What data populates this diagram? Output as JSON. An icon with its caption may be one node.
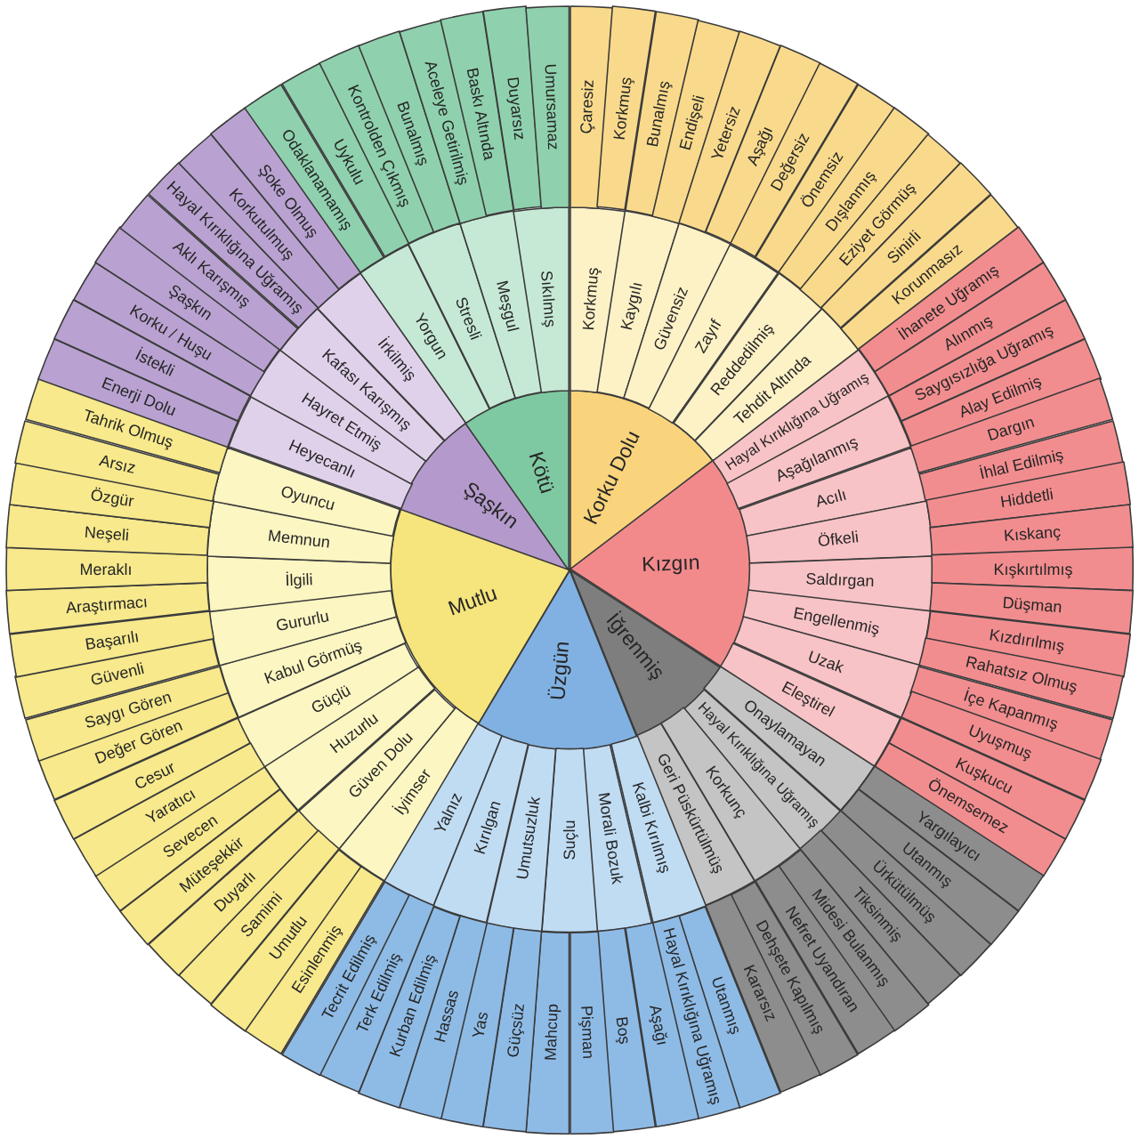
{
  "diagram": {
    "nodes": [
      {
        "text": [
          "Korku Dolu"
        ]
      },
      {
        "text": [
          "Korkmuş"
        ]
      },
      {
        "text": [
          "Kaygılı"
        ]
      },
      {
        "text": [
          "Güvensiz"
        ]
      },
      {
        "text": [
          "Zayıf"
        ]
      },
      {
        "text": [
          "Reddedilmiş"
        ]
      },
      {
        "text": [
          "Tehdit Altında"
        ]
      },
      {
        "text": [
          "Çaresiz"
        ]
      },
      {
        "text": [
          "Korkmuş"
        ]
      },
      {
        "text": [
          "Bunalmış"
        ]
      },
      {
        "text": [
          "Endişeli"
        ]
      },
      {
        "text": [
          "Yetersiz"
        ]
      },
      {
        "text": [
          "Aşağı"
        ]
      },
      {
        "text": [
          "Değersiz"
        ]
      },
      {
        "text": [
          "Önemsiz"
        ]
      },
      {
        "text": [
          "Dışlanmış"
        ]
      },
      {
        "text": [
          "Eziyet Görmüş"
        ]
      },
      {
        "text": [
          "Sinirli"
        ]
      },
      {
        "text": [
          "Korunmasız"
        ]
      },
      {
        "text": [
          "Kızgın"
        ]
      },
      {
        "text": [
          "Hayal Kırıklığına Uğramış"
        ]
      },
      {
        "text": [
          "Aşağılanmış"
        ]
      },
      {
        "text": [
          "Acılı"
        ]
      },
      {
        "text": [
          "Öfkeli"
        ]
      },
      {
        "text": [
          "Saldırgan"
        ]
      },
      {
        "text": [
          "Engellenmiş"
        ]
      },
      {
        "text": [
          "Uzak"
        ]
      },
      {
        "text": [
          "Eleştirel"
        ]
      },
      {
        "text": [
          "İhanete Uğramış"
        ]
      },
      {
        "text": [
          "Alınmış"
        ]
      },
      {
        "text": [
          "Saygısızlığa Uğramış"
        ]
      },
      {
        "text": [
          "Alay Edilmiş"
        ]
      },
      {
        "text": [
          "Dargın"
        ]
      },
      {
        "text": [
          "İhlal Edilmiş"
        ]
      },
      {
        "text": [
          "Hiddetli"
        ]
      },
      {
        "text": [
          "Kıskanç"
        ]
      },
      {
        "text": [
          "Kışkırtılmış"
        ]
      },
      {
        "text": [
          "Düşman"
        ]
      },
      {
        "text": [
          "Kızdırılmış"
        ]
      },
      {
        "text": [
          "Rahatsız Olmuş"
        ]
      },
      {
        "text": [
          "İçe Kapanmış"
        ]
      },
      {
        "text": [
          "Uyuşmuş"
        ]
      },
      {
        "text": [
          "Kuşkucu"
        ]
      },
      {
        "text": [
          "Önemsemez"
        ]
      },
      {
        "text": [
          "İğrenmiş"
        ]
      },
      {
        "text": [
          "Onaylamayan"
        ]
      },
      {
        "text": [
          "Hayal Kırıklığına Uğramış"
        ]
      },
      {
        "text": [
          "Korkunç"
        ]
      },
      {
        "text": [
          "Geri Püskürtülmüş"
        ]
      },
      {
        "text": [
          "Yargılayıcı"
        ]
      },
      {
        "text": [
          "Utanmış"
        ]
      },
      {
        "text": [
          "Ürkütülmüş"
        ]
      },
      {
        "text": [
          "Tiksinmiş"
        ]
      },
      {
        "text": [
          "Midesi Bulanmış"
        ]
      },
      {
        "text": [
          "Nefret Uyandıran"
        ]
      },
      {
        "text": [
          "Dehşete Kapılmış"
        ]
      },
      {
        "text": [
          "Kararsız"
        ]
      },
      {
        "text": [
          "Üzgün"
        ]
      },
      {
        "text": [
          "Kalbi Kırılmış"
        ]
      },
      {
        "text": [
          "Morali Bozuk"
        ]
      },
      {
        "text": [
          "Suçlu"
        ]
      },
      {
        "text": [
          "Umutsuzluk"
        ]
      },
      {
        "text": [
          "Kırılgan"
        ]
      },
      {
        "text": [
          "Yalnız"
        ]
      },
      {
        "text": [
          "Utanmış"
        ]
      },
      {
        "text": [
          "Hayal Kırıklığına Uğramış"
        ]
      },
      {
        "text": [
          "Aşağı"
        ]
      },
      {
        "text": [
          "Boş"
        ]
      },
      {
        "text": [
          "Pişman"
        ]
      },
      {
        "text": [
          "Mahcup"
        ]
      },
      {
        "text": [
          "Güçsüz"
        ]
      },
      {
        "text": [
          "Yas"
        ]
      },
      {
        "text": [
          "Hassas"
        ]
      },
      {
        "text": [
          "Kurban Edilmiş"
        ]
      },
      {
        "text": [
          "Terk Edilmiş"
        ]
      },
      {
        "text": [
          "Tecrit Edilmiş"
        ]
      },
      {
        "text": [
          "Mutlu"
        ]
      },
      {
        "text": [
          "İyimser"
        ]
      },
      {
        "text": [
          "Güven Dolu"
        ]
      },
      {
        "text": [
          "Huzurlu"
        ]
      },
      {
        "text": [
          "Güçlü"
        ]
      },
      {
        "text": [
          "Kabul Görmüş"
        ]
      },
      {
        "text": [
          "Gururlu"
        ]
      },
      {
        "text": [
          "İlgili"
        ]
      },
      {
        "text": [
          "Memnun"
        ]
      },
      {
        "text": [
          "Oyuncu"
        ]
      },
      {
        "text": [
          "Esinlenmiş"
        ]
      },
      {
        "text": [
          "Umutlu"
        ]
      },
      {
        "text": [
          "Samimi"
        ]
      },
      {
        "text": [
          "Duyarlı"
        ]
      },
      {
        "text": [
          "Müteşekkir"
        ]
      },
      {
        "text": [
          "Sevecen"
        ]
      },
      {
        "text": [
          "Yaratıcı"
        ]
      },
      {
        "text": [
          "Cesur"
        ]
      },
      {
        "text": [
          "Değer Gören"
        ]
      },
      {
        "text": [
          "Saygı Gören"
        ]
      },
      {
        "text": [
          "Güvenli"
        ]
      },
      {
        "text": [
          "Başarılı"
        ]
      },
      {
        "text": [
          "Araştırmacı"
        ]
      },
      {
        "text": [
          "Meraklı"
        ]
      },
      {
        "text": [
          "Neşeli"
        ]
      },
      {
        "text": [
          "Özgür"
        ]
      },
      {
        "text": [
          "Arsız"
        ]
      },
      {
        "text": [
          "Tahrik Olmuş"
        ]
      },
      {
        "text": [
          "Şaşkın"
        ]
      },
      {
        "text": [
          "Heyecanlı"
        ]
      },
      {
        "text": [
          "Hayret Etmiş"
        ]
      },
      {
        "text": [
          "Kafası Karışmış"
        ]
      },
      {
        "text": [
          "İrkilmiş"
        ]
      },
      {
        "text": [
          "Enerji Dolu"
        ]
      },
      {
        "text": [
          "İstekli"
        ]
      },
      {
        "text": [
          "Korku / Huşu"
        ]
      },
      {
        "text": [
          "Şaşkın"
        ]
      },
      {
        "text": [
          "Aklı Karışmış"
        ]
      },
      {
        "text": [
          "Hayal Kırıklığına Uğramış"
        ]
      },
      {
        "text": [
          "Korkutulmuş"
        ]
      },
      {
        "text": [
          "Şoke Olmuş"
        ]
      },
      {
        "text": [
          "Kötü"
        ]
      },
      {
        "text": [
          "Yorgun"
        ]
      },
      {
        "text": [
          "Stresli"
        ]
      },
      {
        "text": [
          "Meşgul"
        ]
      },
      {
        "text": [
          "Sıkılmış"
        ]
      },
      {
        "text": [
          "Odaklanamamış"
        ]
      },
      {
        "text": [
          "Uykulu"
        ]
      },
      {
        "text": [
          "Kontrolden Çıkmış"
        ]
      },
      {
        "text": [
          "Bunalmış"
        ]
      },
      {
        "text": [
          "Aceleye Getirilmiş"
        ]
      },
      {
        "text": [
          "Baskı Altında"
        ]
      },
      {
        "text": [
          "Duyarsız"
        ]
      },
      {
        "text": [
          "Umursamaz"
        ]
      }
    ]
  }
}
